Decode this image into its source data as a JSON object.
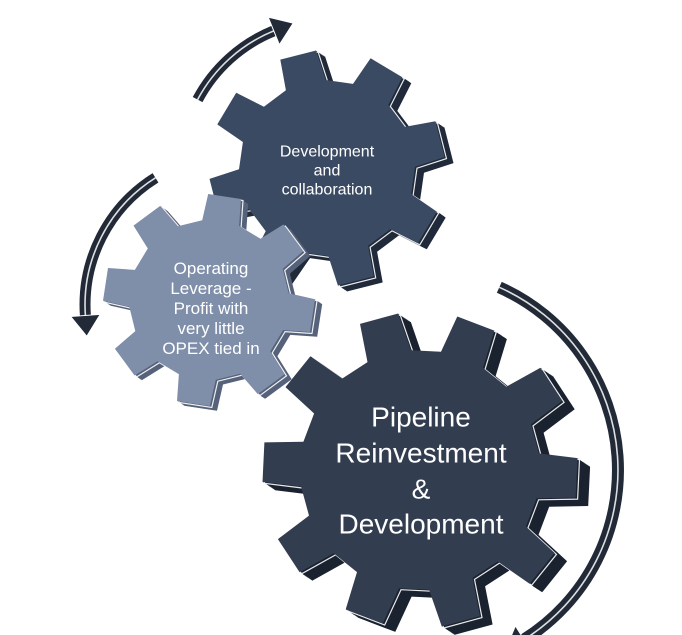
{
  "gears": {
    "collaboration": {
      "lines": [
        "Development",
        "and",
        "collaboration"
      ],
      "color": "#3b4a63",
      "side_color": "#202a3a"
    },
    "leverage": {
      "lines": [
        "Operating",
        "Leverage -",
        "Profit with",
        "very little",
        "OPEX tied in"
      ],
      "color": "#7f8ea9",
      "side_color": "#56627a"
    },
    "pipeline": {
      "lines": [
        "Pipeline",
        "Reinvestment",
        "&",
        "Development"
      ],
      "color": "#323d50",
      "side_color": "#1b2330"
    }
  },
  "arrows": {
    "color": "#222a38",
    "highlight": "#ffffff"
  }
}
